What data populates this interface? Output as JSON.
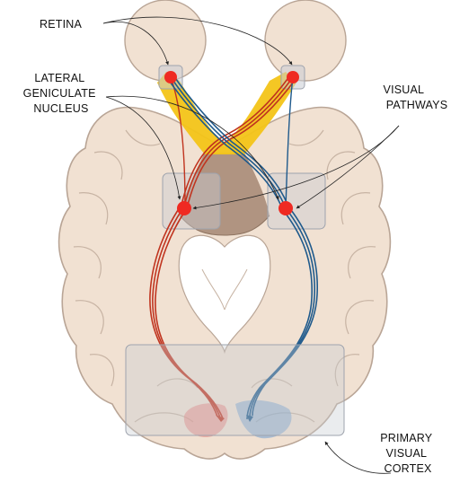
{
  "labels": {
    "retina": "RETINA",
    "lgn": [
      "LATERAL",
      "GENICULATE",
      "NUCLEUS"
    ],
    "visual_pathways": [
      "VISUAL",
      "PATHWAYS"
    ],
    "primary_visual_cortex": [
      "PRIMARY",
      "VISUAL",
      "CORTEX"
    ]
  },
  "colors": {
    "brain_fill": "#f1e1d2",
    "brain_stroke": "#b9a596",
    "optic_chiasm": "#f3c418",
    "left_pathway": "#c0341f",
    "right_pathway": "#1f5a8c",
    "node": "#ef2a22",
    "highlight_box": "#c9ccd3",
    "midbrain": "#a98c78"
  }
}
